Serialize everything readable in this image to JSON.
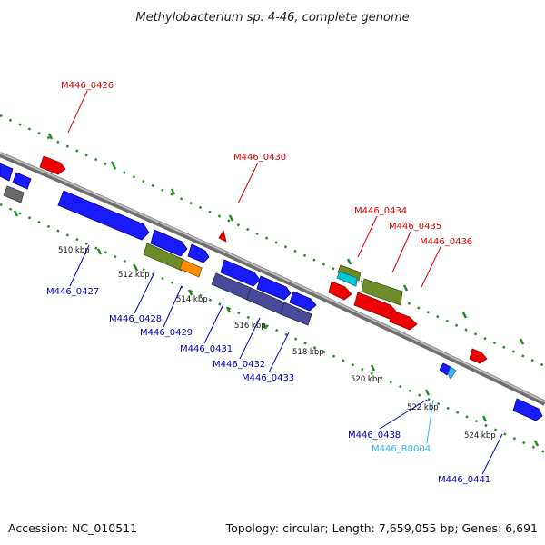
{
  "title": "Methylobacterium sp. 4-46, complete genome",
  "footer": {
    "accession": "Accession: NC_010511",
    "stats": "Topology: circular; Length: 7,659,055 bp; Genes: 6,691"
  },
  "colors": {
    "backbone": "#8c8c8c",
    "ticks": "#1f8a1f",
    "top_label": "#dd0000",
    "bottom_label": "#0000bb",
    "rna_label": "#33bbdd"
  },
  "scale_labels": [
    "510 kbp",
    "512 kbp",
    "514 kbp",
    "516 kbp",
    "518 kbp",
    "520 kbp",
    "522 kbp",
    "524 kbp"
  ],
  "gene_labels": {
    "g0426": "M446_0426",
    "g0430": "M446_0430",
    "g0434": "M446_0434",
    "g0435": "M446_0435",
    "g0436": "M446_0436",
    "g0427": "M446_0427",
    "g0428": "M446_0428",
    "g0429": "M446_0429",
    "g0431": "M446_0431",
    "g0432": "M446_0432",
    "g0433": "M446_0433",
    "g0438": "M446_0438",
    "r0004": "M446_R0004",
    "g0441": "M446_0441"
  }
}
